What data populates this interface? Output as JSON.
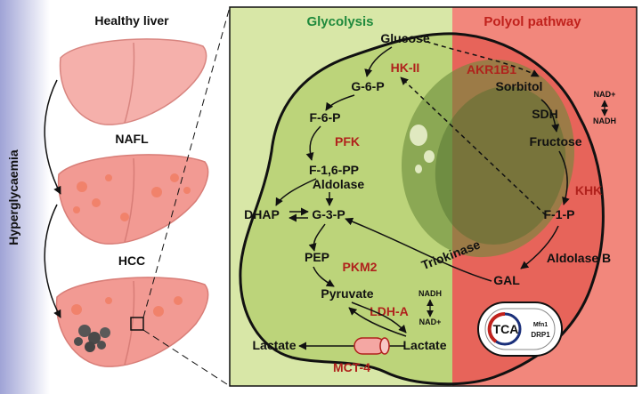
{
  "left_panel": {
    "stages": [
      "Healthy liver",
      "NAFL",
      "HCC"
    ],
    "side_label": "Hyperglycaemia"
  },
  "main_panel": {
    "headers": {
      "glycolysis": "Glycolysis",
      "polyol": "Polyol pathway"
    },
    "metabolites": {
      "glucose": "Glucose",
      "g6p": "G-6-P",
      "f6p": "F-6-P",
      "f16pp": "F-1,6-PP",
      "dhap": "DHAP",
      "g3p": "G-3-P",
      "pep": "PEP",
      "pyruvate": "Pyruvate",
      "lactate_in": "Lactate",
      "lactate_out": "Lactate",
      "sorbitol": "Sorbitol",
      "fructose": "Fructose",
      "f1p": "F-1-P",
      "gal": "GAL"
    },
    "enzymes_red": {
      "hk2": "HK-II",
      "pfk": "PFK",
      "pkm2": "PKM2",
      "ldha": "LDH-A",
      "mct4": "MCT-4",
      "akr1b1": "AKR1B1",
      "khk": "KHK"
    },
    "enzymes_black": {
      "aldolase": "Aldolase",
      "sdh": "SDH",
      "triokinase": "Triokinase",
      "aldolase_b": "Aldolase B"
    },
    "cofactors": {
      "nad_top": "NAD+",
      "nadh_top": "NADH",
      "nadh_ldh": "NADH",
      "nad_ldh": "NAD+"
    },
    "mitochondrion": {
      "tca": "TCA",
      "mfn1": "Mfn1",
      "drp1": "DRP1"
    }
  },
  "colors": {
    "glycolysis_bg": "#d8e7a7",
    "polyol_bg": "#f2877c",
    "cell_green": "#bcd47a",
    "cell_red": "#e7645a",
    "header_green": "#1f8a3c",
    "header_red": "#c0211c",
    "enzyme_red": "#b0211c",
    "liver_pink": "#f2a3a0"
  }
}
